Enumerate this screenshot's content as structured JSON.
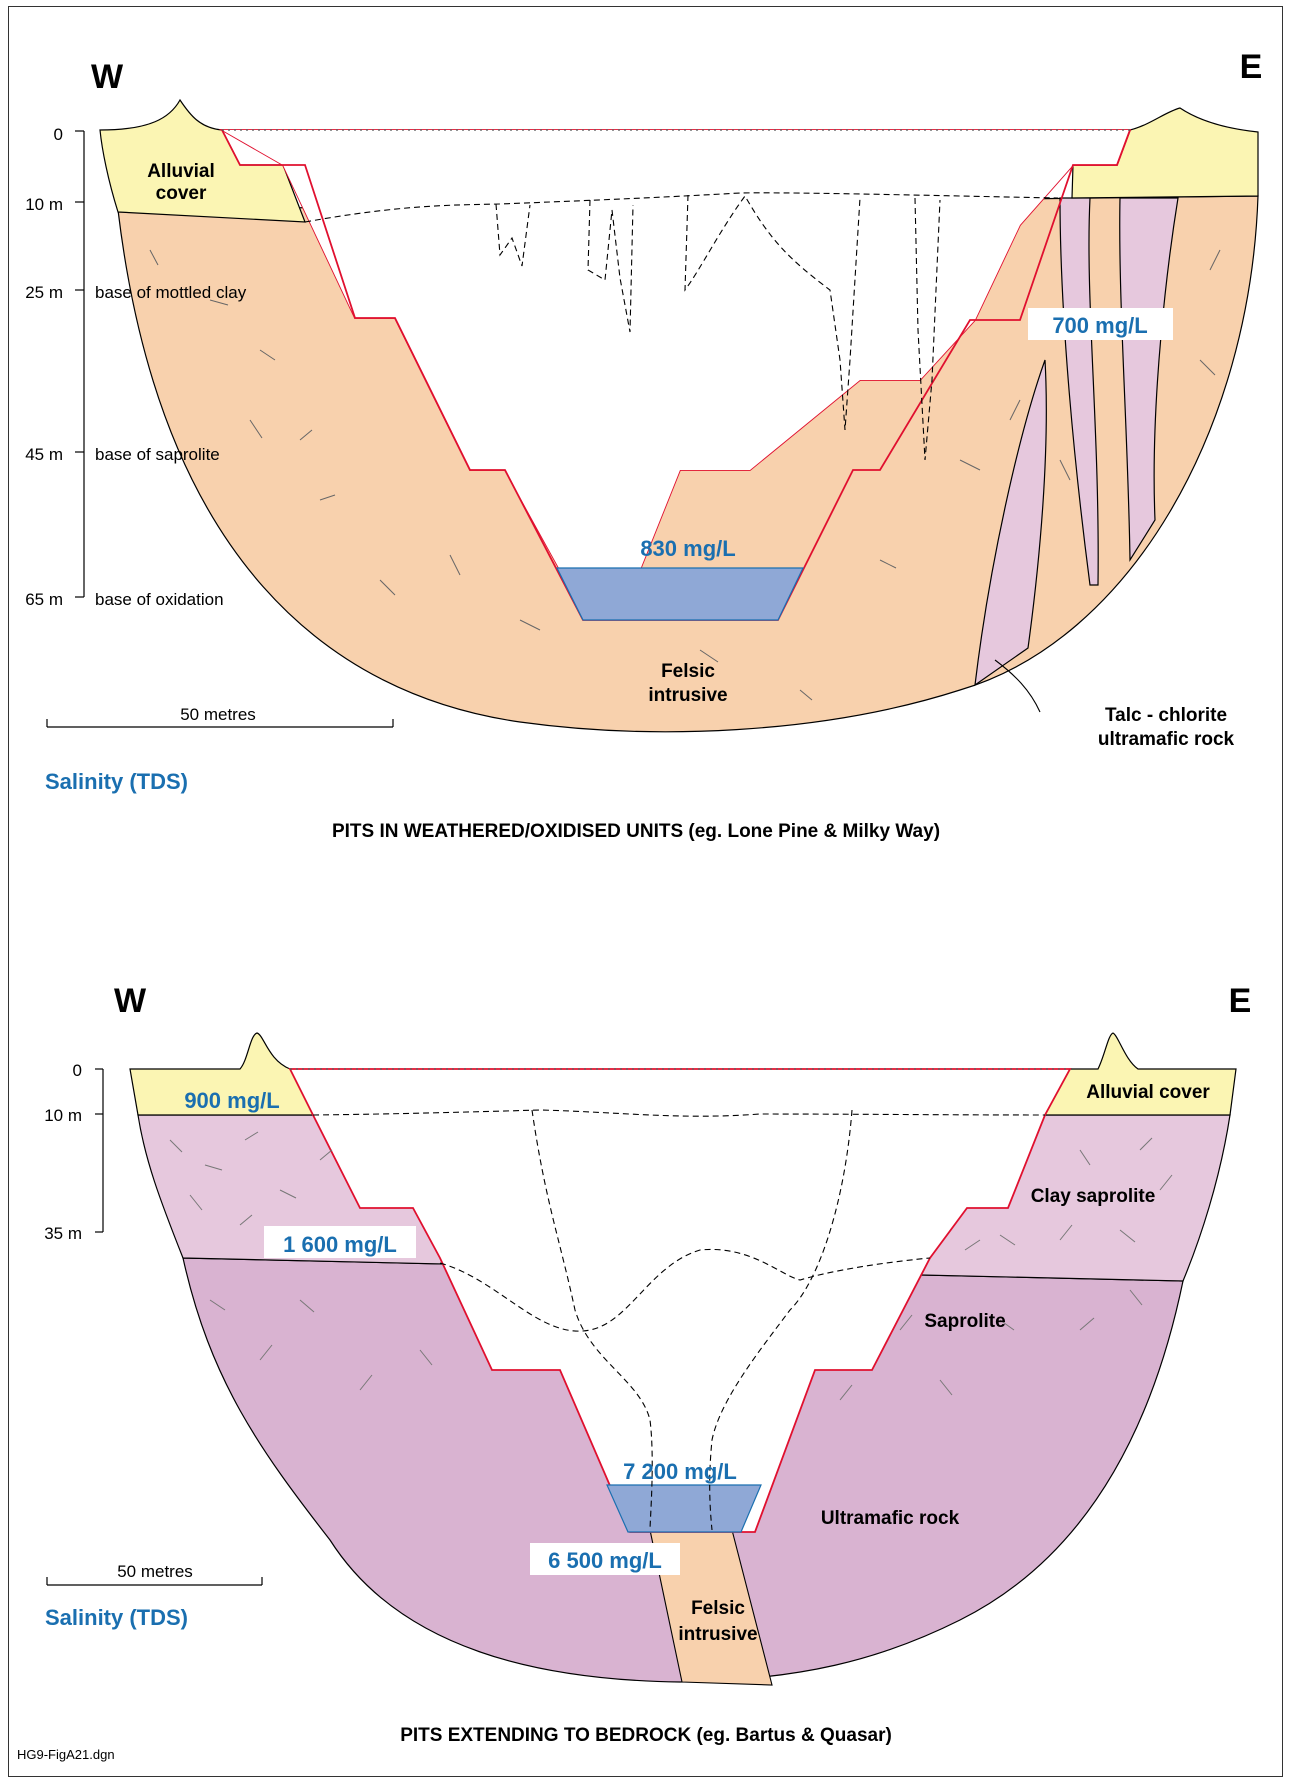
{
  "top": {
    "west": "W",
    "east": "E",
    "depths": [
      "0",
      "10 m",
      "25 m",
      "45 m",
      "65 m"
    ],
    "depth_notes": [
      "base of mottled clay",
      "base of saprolite",
      "base of oxidation"
    ],
    "units": {
      "alluvial_1": "Alluvial",
      "alluvial_2": "cover",
      "felsic_1": "Felsic",
      "felsic_2": "intrusive",
      "talc_1": "Talc - chlorite",
      "talc_2": "ultramafic rock"
    },
    "salinity_values": [
      "830 mg/L",
      "700 mg/L"
    ],
    "scale": "50 metres",
    "salinity_label": "Salinity (TDS)",
    "caption": "PITS IN WEATHERED/OXIDISED UNITS (eg. Lone Pine & Milky Way)"
  },
  "bottom": {
    "west": "W",
    "east": "E",
    "depths": [
      "0",
      "10 m",
      "35 m"
    ],
    "units": {
      "alluvial": "Alluvial cover",
      "clay": "Clay saprolite",
      "saprolite": "Saprolite",
      "ultramafic": "Ultramafic rock",
      "felsic_1": "Felsic",
      "felsic_2": "intrusive"
    },
    "salinity_values": [
      "900 mg/L",
      "1 600 mg/L",
      "7 200 mg/L",
      "6 500 mg/L"
    ],
    "scale": "50 metres",
    "salinity_label": "Salinity (TDS)",
    "caption": "PITS EXTENDING TO BEDROCK (eg. Bartus & Quasar)"
  },
  "footer": {
    "file_id": "HG9-FigA21.dgn"
  },
  "colors": {
    "alluvial": "#fbf5b3",
    "felsic": "#f8d1ad",
    "talc": "#e6c8dd",
    "clay_saprolite": "#e6c8dd",
    "ultramafic": "#d9b3d1",
    "water": "#8fa8d6",
    "pit_wall": "#e0102f",
    "salinity_text": "#1a6fb0"
  }
}
